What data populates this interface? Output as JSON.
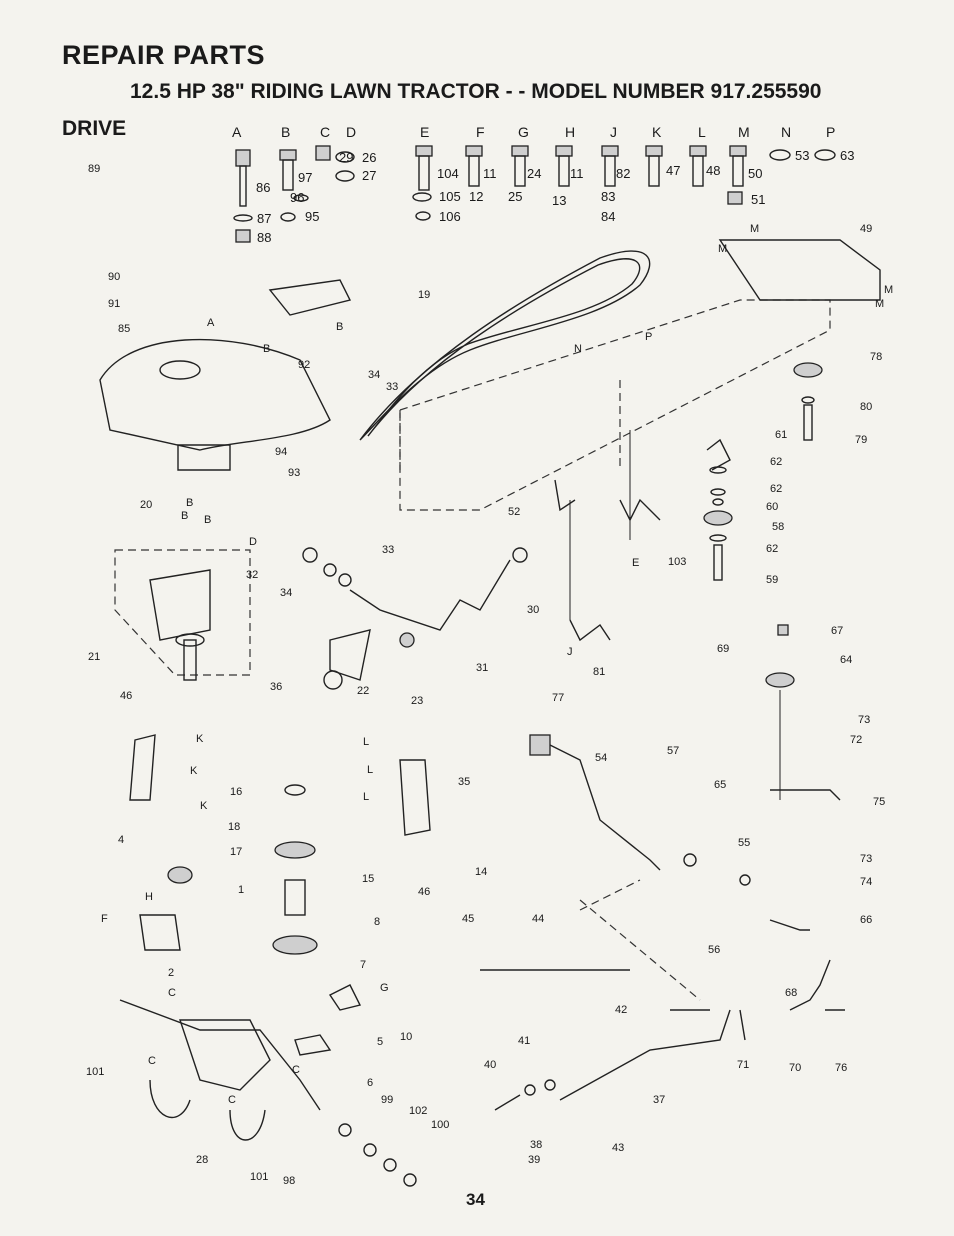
{
  "header": {
    "title": "REPAIR PARTS",
    "subtitle": "12.5 HP 38\" RIDING LAWN TRACTOR - - MODEL NUMBER 917.255590",
    "section": "DRIVE",
    "page_number": "34"
  },
  "hardware_key": {
    "columns": [
      "A",
      "B",
      "C",
      "D",
      "E",
      "F",
      "G",
      "H",
      "J",
      "K",
      "L",
      "M",
      "N",
      "P"
    ],
    "parts": [
      "86",
      "97",
      "29",
      "26",
      "27",
      "104",
      "105",
      "106",
      "11",
      "12",
      "24",
      "25",
      "13",
      "11",
      "82",
      "83",
      "84",
      "47",
      "48",
      "50",
      "51",
      "53",
      "63",
      "96",
      "87",
      "95",
      "88"
    ]
  },
  "callouts": [
    "89",
    "90",
    "91",
    "85",
    "92",
    "19",
    "34",
    "33",
    "49",
    "78",
    "80",
    "79",
    "94",
    "93",
    "20",
    "21",
    "32",
    "34",
    "33",
    "30",
    "31",
    "23",
    "22",
    "36",
    "52",
    "81",
    "103",
    "61",
    "62",
    "62",
    "60",
    "58",
    "62",
    "59",
    "67",
    "69",
    "64",
    "46",
    "16",
    "18",
    "17",
    "15",
    "8",
    "7",
    "35",
    "14",
    "46",
    "77",
    "54",
    "57",
    "55",
    "56",
    "73",
    "72",
    "65",
    "75",
    "73",
    "74",
    "66",
    "68",
    "4",
    "1",
    "2",
    "10",
    "5",
    "6",
    "45",
    "44",
    "42",
    "71",
    "70",
    "76",
    "41",
    "40",
    "37",
    "38",
    "39",
    "43",
    "101",
    "101",
    "98",
    "99",
    "102",
    "100",
    "28"
  ],
  "letter_refs": [
    "A",
    "B",
    "B",
    "B",
    "B",
    "B",
    "D",
    "E",
    "J",
    "N",
    "P",
    "M",
    "M",
    "M",
    "M",
    "K",
    "K",
    "K",
    "L",
    "L",
    "L",
    "C",
    "C",
    "C",
    "C",
    "F",
    "G",
    "H"
  ]
}
